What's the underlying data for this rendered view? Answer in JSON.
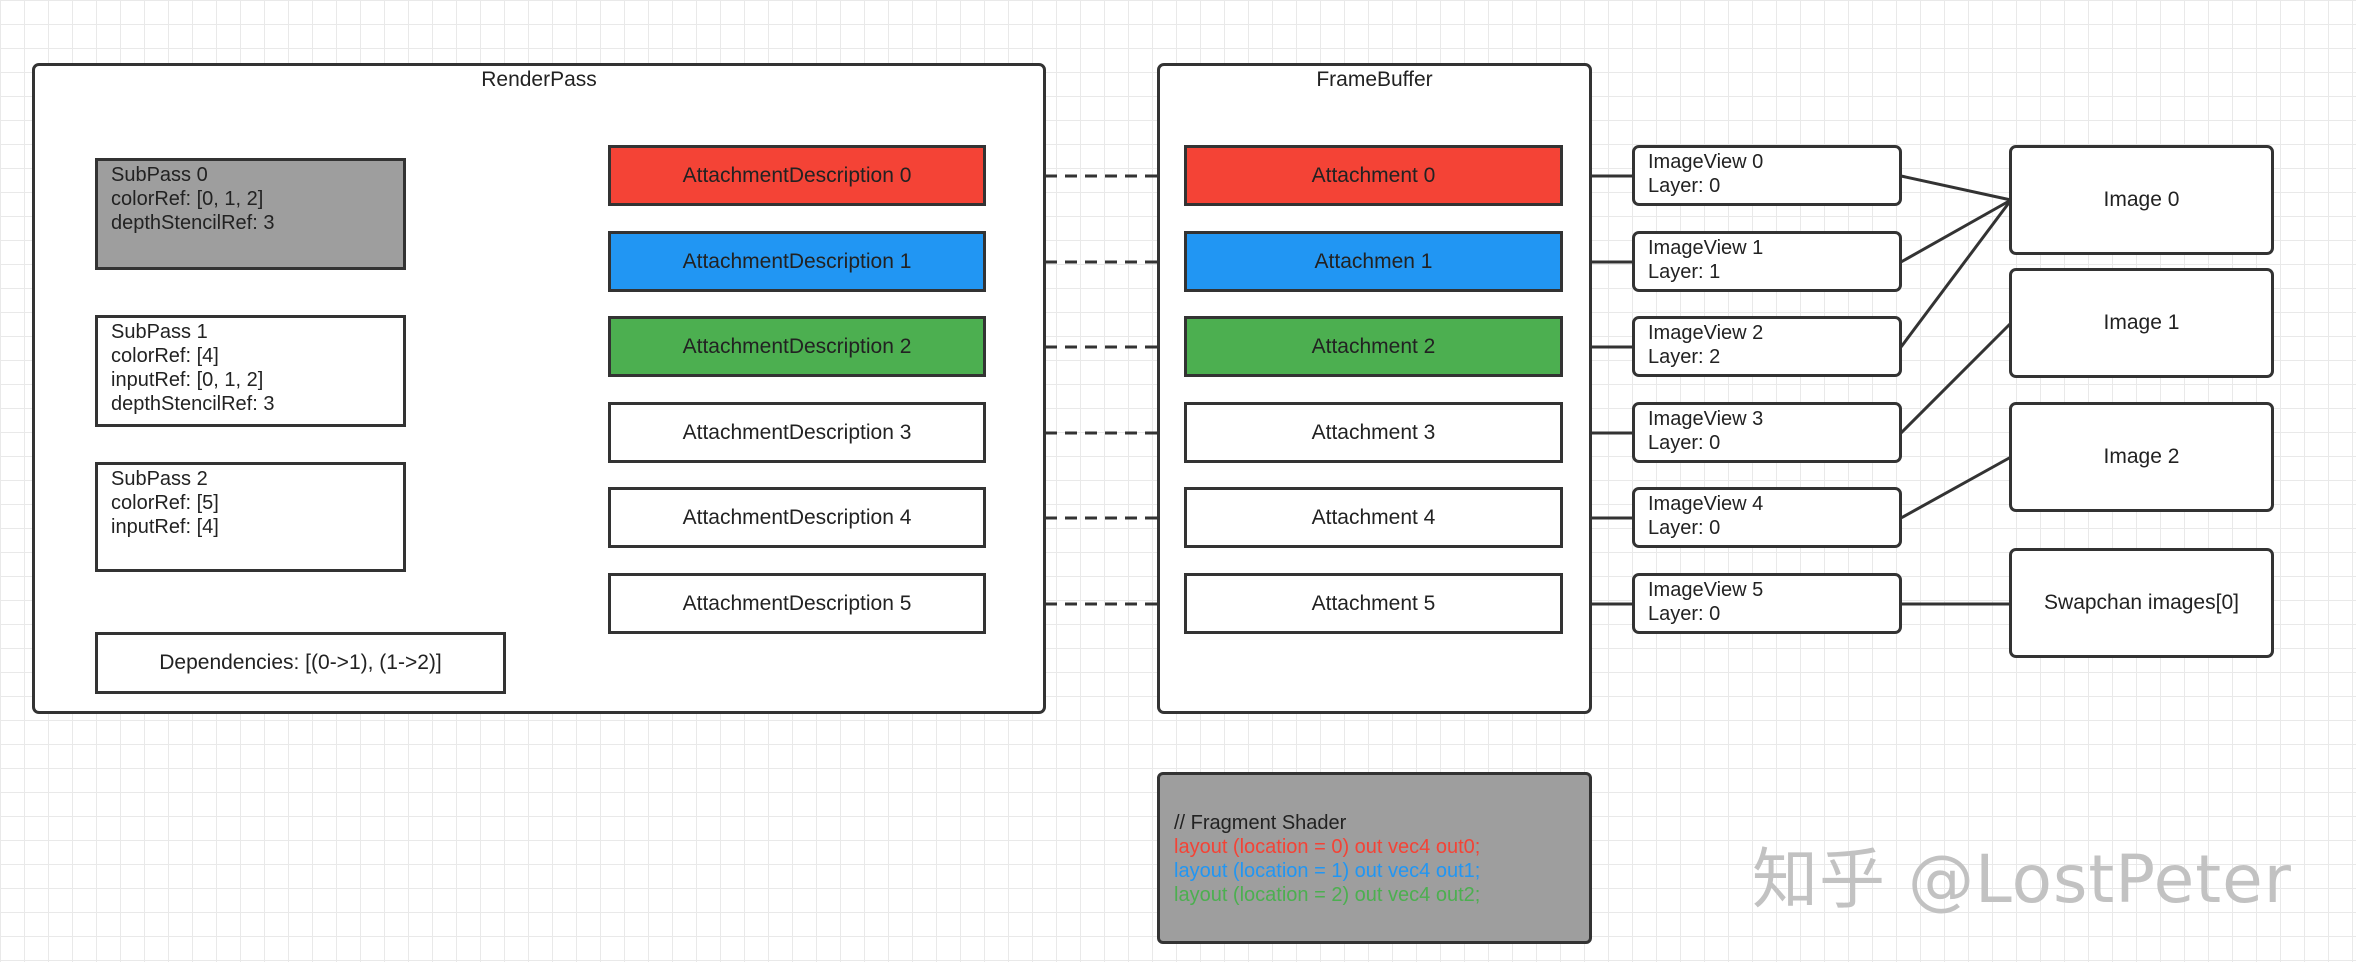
{
  "renderpass": {
    "title": "RenderPass",
    "subpasses": [
      {
        "lines": [
          "SubPass 0",
          "colorRef:  [0, 1, 2]",
          "depthStencilRef:  3"
        ]
      },
      {
        "lines": [
          "SubPass 1",
          "colorRef:  [4]",
          "inputRef:  [0, 1, 2]",
          "depthStencilRef:  3"
        ]
      },
      {
        "lines": [
          "SubPass 2",
          "colorRef:  [5]",
          "inputRef:  [4]"
        ]
      }
    ],
    "dependencies": "Dependencies:  [(0->1), (1->2)]",
    "attachment_descriptions": [
      "AttachmentDescription 0",
      "AttachmentDescription 1",
      "AttachmentDescription 2",
      "AttachmentDescription 3",
      "AttachmentDescription 4",
      "AttachmentDescription 5"
    ]
  },
  "framebuffer": {
    "title": "FrameBuffer",
    "attachments": [
      "Attachment 0",
      "Attachmen 1",
      "Attachment 2",
      "Attachment 3",
      "Attachment 4",
      "Attachment 5"
    ]
  },
  "image_views": [
    {
      "name": "ImageView 0",
      "layer": "Layer:  0"
    },
    {
      "name": "ImageView 1",
      "layer": "Layer:  1"
    },
    {
      "name": "ImageView 2",
      "layer": "Layer:  2"
    },
    {
      "name": "ImageView 3",
      "layer": "Layer:  0"
    },
    {
      "name": "ImageView 4",
      "layer": "Layer:  0"
    },
    {
      "name": "ImageView 5",
      "layer": "Layer:  0"
    }
  ],
  "images": [
    "Image 0",
    "Image 1",
    "Image 2",
    "Swapchan images[0]"
  ],
  "shader": {
    "comment": "// Fragment Shader",
    "lines": [
      "layout (location = 0) out vec4 out0;",
      "layout (location = 1) out vec4 out1;",
      "layout (location = 2) out vec4 out2;"
    ]
  },
  "watermark": "知乎 @LostPeter",
  "colors": {
    "red": "#f44336",
    "blue": "#2196f3",
    "green": "#4caf50",
    "gray": "#9e9e9e",
    "shader_line_0": "#f44336",
    "shader_line_1": "#2196f3",
    "shader_line_2": "#4caf50"
  }
}
